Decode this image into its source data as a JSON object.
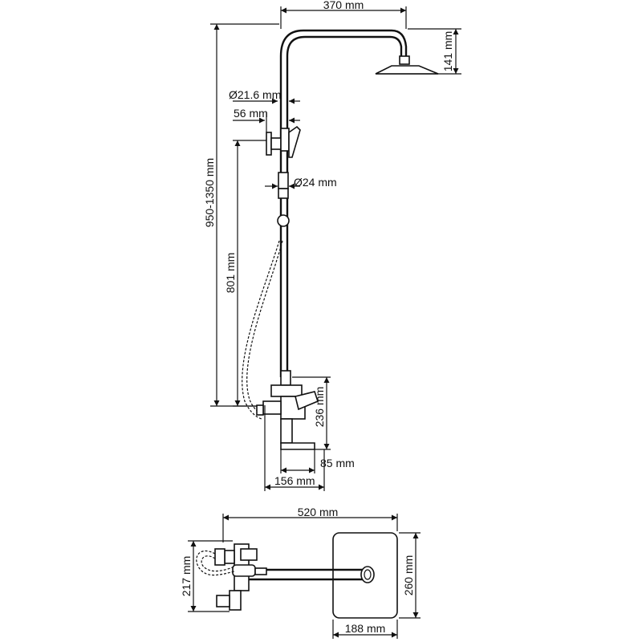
{
  "dimensions": {
    "arm_length": "370 mm",
    "head_height": "141 mm",
    "pipe_diameter": "Ø21.6 mm",
    "wall_offset": "56 mm",
    "rail_diameter": "Ø24 mm",
    "total_height": "950-1350 mm",
    "slide_height": "801 mm",
    "mixer_height": "236 mm",
    "spout_depth": "85 mm",
    "mixer_depth": "156 mm",
    "top_width": "520 mm",
    "top_depth": "217 mm",
    "head_size": "260 mm",
    "head_width": "188 mm"
  },
  "colors": {
    "ink": "#111111",
    "paper": "#ffffff"
  }
}
